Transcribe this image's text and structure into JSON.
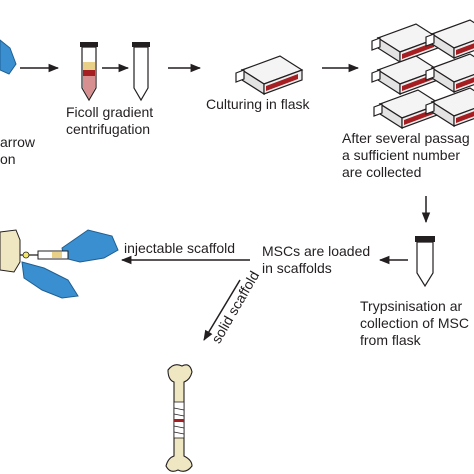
{
  "colors": {
    "ink": "#231f20",
    "medium_red": "#a51e22",
    "glove_blue": "#3a8fd0",
    "bone": "#efe6c2",
    "tube_straw": "#e9d089",
    "tube_pink": "#d78f8f"
  },
  "steps": {
    "aspiration": [
      "arrow",
      "on"
    ],
    "ficoll": [
      "Ficoll gradient",
      "centrifugation"
    ],
    "culture": [
      "Culturing in flask"
    ],
    "passages": [
      "After several passag",
      "a sufficient number",
      "are collected"
    ],
    "trypsin": [
      "Trypsinisation ar",
      "collection of MSC",
      "from flask"
    ],
    "loaded": [
      "MSCs are loaded",
      "in scaffolds"
    ]
  },
  "routes": {
    "injectable": "injectable scaffold",
    "solid": "solid scaffold"
  }
}
